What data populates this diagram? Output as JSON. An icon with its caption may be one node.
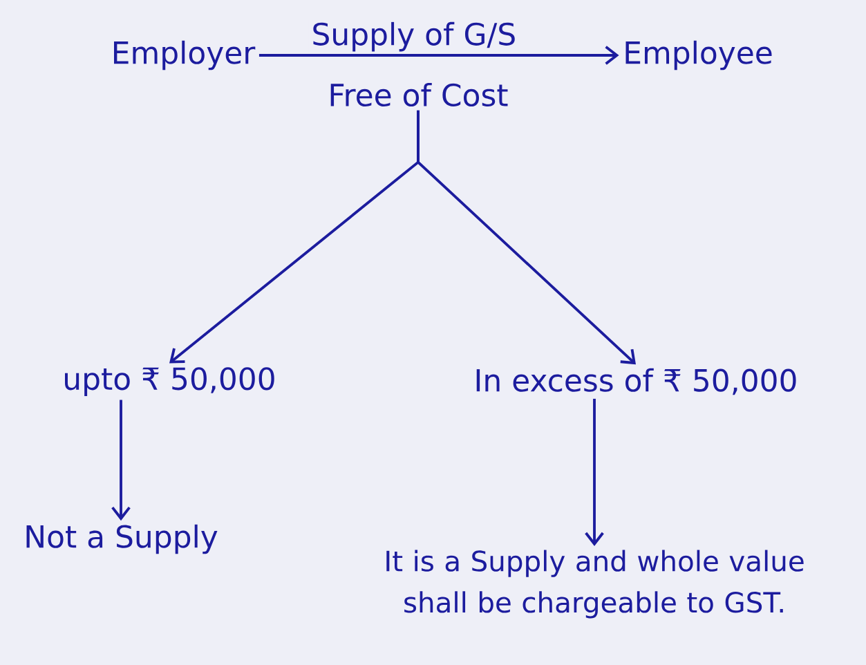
{
  "diagram": {
    "nodes": [
      {
        "text": [
          "Employer"
        ]
      },
      {
        "text": [
          "Employee"
        ]
      },
      {
        "text": [
          "Free of Cost"
        ]
      },
      {
        "text": [
          "upto ₹ 50,000"
        ]
      },
      {
        "text": [
          "In excess of ₹ 50,000"
        ]
      },
      {
        "text": [
          "Not a Supply"
        ]
      },
      {
        "text": [
          "It is a Supply and whole value shall be chargeable to GST."
        ]
      }
    ],
    "edges": [
      {
        "from": 0,
        "to": 1,
        "arrow": "to",
        "label": "Supply of G/S"
      },
      {
        "from": 2,
        "to": 3,
        "arrow": "to"
      },
      {
        "from": 2,
        "to": 4,
        "arrow": "to"
      },
      {
        "from": 3,
        "to": 5,
        "arrow": "to"
      },
      {
        "from": 4,
        "to": 6,
        "arrow": "to"
      }
    ]
  }
}
